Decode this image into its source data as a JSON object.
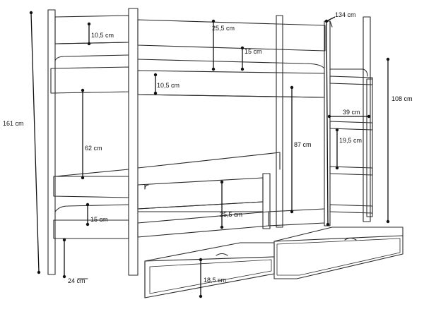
{
  "dimensions": [
    {
      "id": "total-height",
      "label": "161 cm"
    },
    {
      "id": "upper-rail-top",
      "label": "10,5 cm"
    },
    {
      "id": "upper-guard-height",
      "label": "25,5 cm"
    },
    {
      "id": "upper-mattress-height",
      "label": "15 cm"
    },
    {
      "id": "upper-rail-bottom",
      "label": "10,5 cm"
    },
    {
      "id": "lower-clearance",
      "label": "62 cm"
    },
    {
      "id": "upper-clearance",
      "label": "87 cm"
    },
    {
      "id": "lower-mattress",
      "label": "15 cm"
    },
    {
      "id": "lower-guard-height",
      "label": "25,5 cm"
    },
    {
      "id": "drawer-height",
      "label": "18,5 cm"
    },
    {
      "id": "leg-width",
      "label": "24 cm"
    },
    {
      "id": "ladder-offset",
      "label": "134 cm"
    },
    {
      "id": "ladder-height",
      "label": "108 cm"
    },
    {
      "id": "ladder-width",
      "label": "39 cm"
    },
    {
      "id": "rung-spacing",
      "label": "19,5 cm"
    }
  ],
  "colors": {
    "outline": "#2a2a2a",
    "dimension": "#111111",
    "background": "#ffffff"
  }
}
